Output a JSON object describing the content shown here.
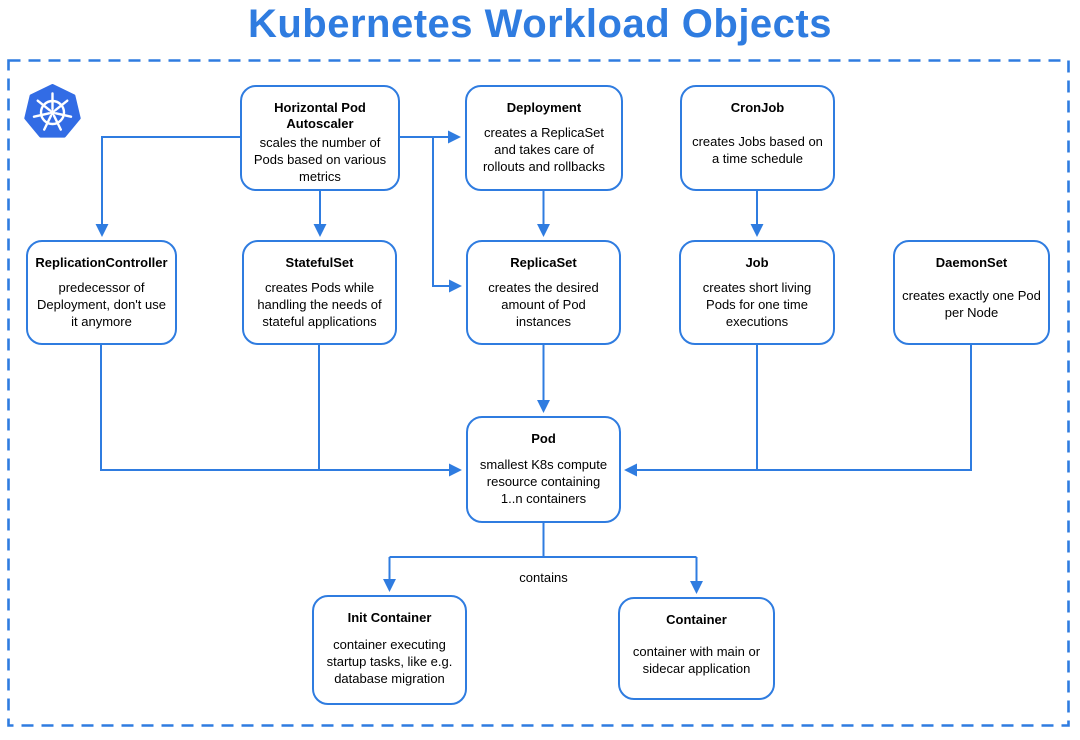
{
  "title": "Kubernetes Workload Objects",
  "colors": {
    "accent_blue": "#2F7CE0",
    "k8s_logo_blue": "#326CE5",
    "node_fill": "#FFFFFF",
    "text": "#000000"
  },
  "icons": {
    "kubernetes": "kubernetes-helm-wheel-logo"
  },
  "labels": {
    "contains": "contains"
  },
  "nodes": {
    "hpa": {
      "title": "Horizontal Pod Autoscaler",
      "body": "scales the number of Pods based on various metrics"
    },
    "deployment": {
      "title": "Deployment",
      "body": "creates a ReplicaSet and takes care of rollouts and rollbacks"
    },
    "cronjob": {
      "title": "CronJob",
      "body": "creates Jobs based on a time schedule"
    },
    "replication_controller": {
      "title": "ReplicationController",
      "body": "predecessor of Deployment, don't use it anymore"
    },
    "statefulset": {
      "title": "StatefulSet",
      "body": "creates Pods while handling the needs of stateful applications"
    },
    "replicaset": {
      "title": "ReplicaSet",
      "body": "creates the desired amount of Pod instances"
    },
    "job": {
      "title": "Job",
      "body": "creates short living Pods for one time executions"
    },
    "daemonset": {
      "title": "DaemonSet",
      "body": "creates exactly one Pod per Node"
    },
    "pod": {
      "title": "Pod",
      "body": "smallest K8s compute resource containing 1..n containers"
    },
    "init_container": {
      "title": "Init Container",
      "body": "container executing startup tasks, like e.g. database migration"
    },
    "container": {
      "title": "Container",
      "body": "container with main or sidecar application"
    }
  }
}
